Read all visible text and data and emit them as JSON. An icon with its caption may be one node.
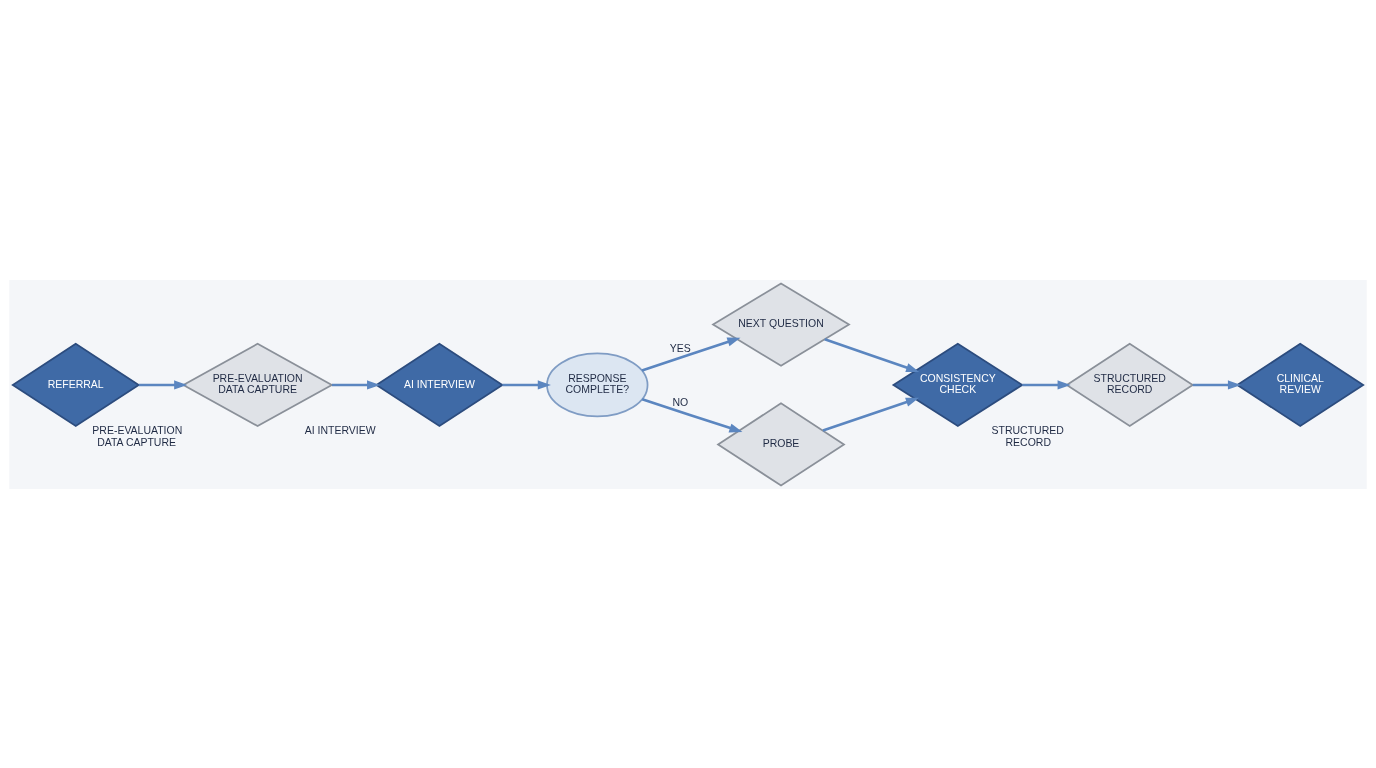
{
  "diagram": {
    "nodes": [
      {
        "text": [
          "REFERRAL"
        ]
      },
      {
        "text": [
          "PRE-EVALUATION DATA CAPTURE"
        ],
        "beside": [
          "PRE-EVALUATION DATA CAPTURE"
        ]
      },
      {
        "text": [
          "AI INTERVIEW"
        ],
        "beside": [
          "AI INTERVIEW"
        ]
      },
      {
        "text": [
          "RESPONSE COMPLETE?"
        ]
      },
      {
        "text": [
          "NEXT QUESTION"
        ]
      },
      {
        "text": [
          "PROBE"
        ]
      },
      {
        "text": [
          "CONSISTENCY CHECK"
        ]
      },
      {
        "text": [
          "STRUCTURED RECORD"
        ],
        "beside": [
          "STRUCTURED RECORD"
        ]
      },
      {
        "text": [
          "CLINICAL REVIEW"
        ]
      }
    ],
    "edges": [
      {
        "from": 0,
        "to": 1,
        "arrow": "to"
      },
      {
        "from": 1,
        "to": 2,
        "arrow": "to"
      },
      {
        "from": 2,
        "to": 3,
        "arrow": "to"
      },
      {
        "from": 3,
        "to": 4,
        "arrow": "to",
        "label": "YES"
      },
      {
        "from": 3,
        "to": 5,
        "arrow": "to",
        "label": "NO"
      },
      {
        "from": 4,
        "to": 6,
        "arrow": "to"
      },
      {
        "from": 5,
        "to": 6,
        "arrow": "to"
      },
      {
        "from": 6,
        "to": 7,
        "arrow": "to"
      },
      {
        "from": 7,
        "to": 8,
        "arrow": "to"
      }
    ]
  }
}
